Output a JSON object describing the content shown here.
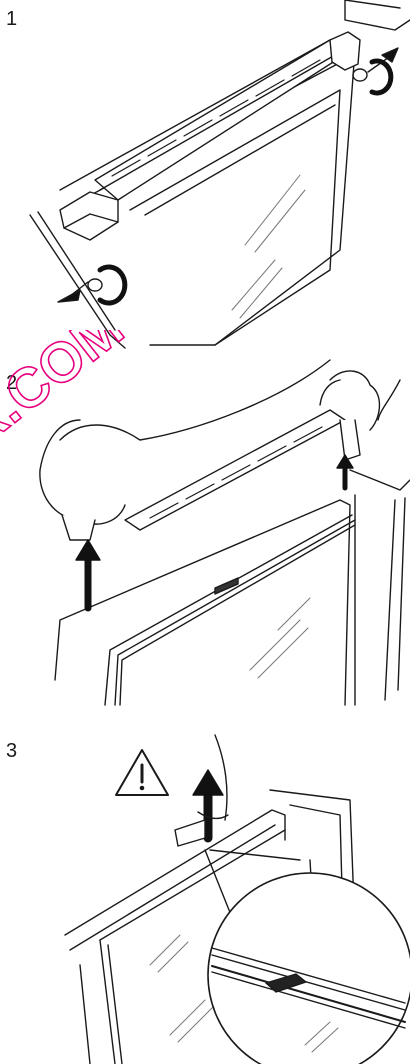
{
  "steps": [
    {
      "number": "1"
    },
    {
      "number": "2"
    },
    {
      "number": "3"
    }
  ],
  "watermark": {
    "text": "R.COM",
    "color": "#e6007e"
  },
  "colors": {
    "line": "#1a1a1a",
    "arrow": "#111111",
    "hatch": "#777777"
  },
  "icons": [
    "warning-triangle-icon",
    "up-arrow-icon",
    "rotate-arrow-icon",
    "magnifier-circle"
  ]
}
